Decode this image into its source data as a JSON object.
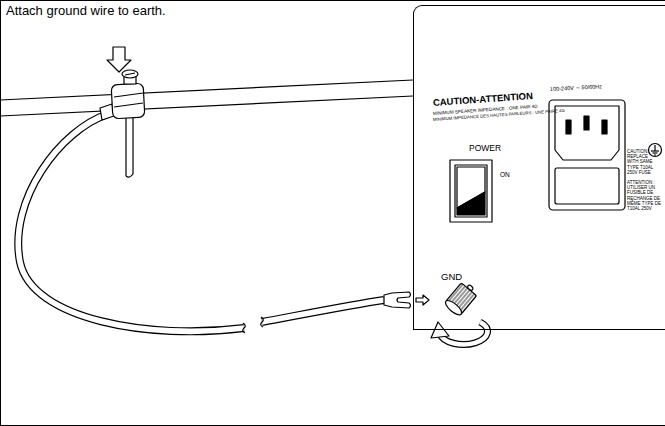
{
  "diagram": {
    "nodes": [
      {
        "text": [
          "Attach ground wire to earth."
        ]
      },
      {
        "text": [
          "CAUTION-ATTENTION",
          "MINIMUM SPEAKER IMPEDANCE : ONE PAIR 4Ω",
          "MINIMUM IMPEDANCE DES HAUTES PARLEURS : UNE PAIRE 4Ω",
          "POWER",
          "ON",
          "100-240V ∼ 50/60Hz",
          "GND",
          "CAUTION: REPLACE WITH SAME TYPE T10AL 250V FUSE",
          "ATTENTION : UTILISER UN FUSIBLE DE RECHANGE DE MÊME TYPE DE T10AL 250V"
        ],
        "in": 0
      }
    ]
  }
}
